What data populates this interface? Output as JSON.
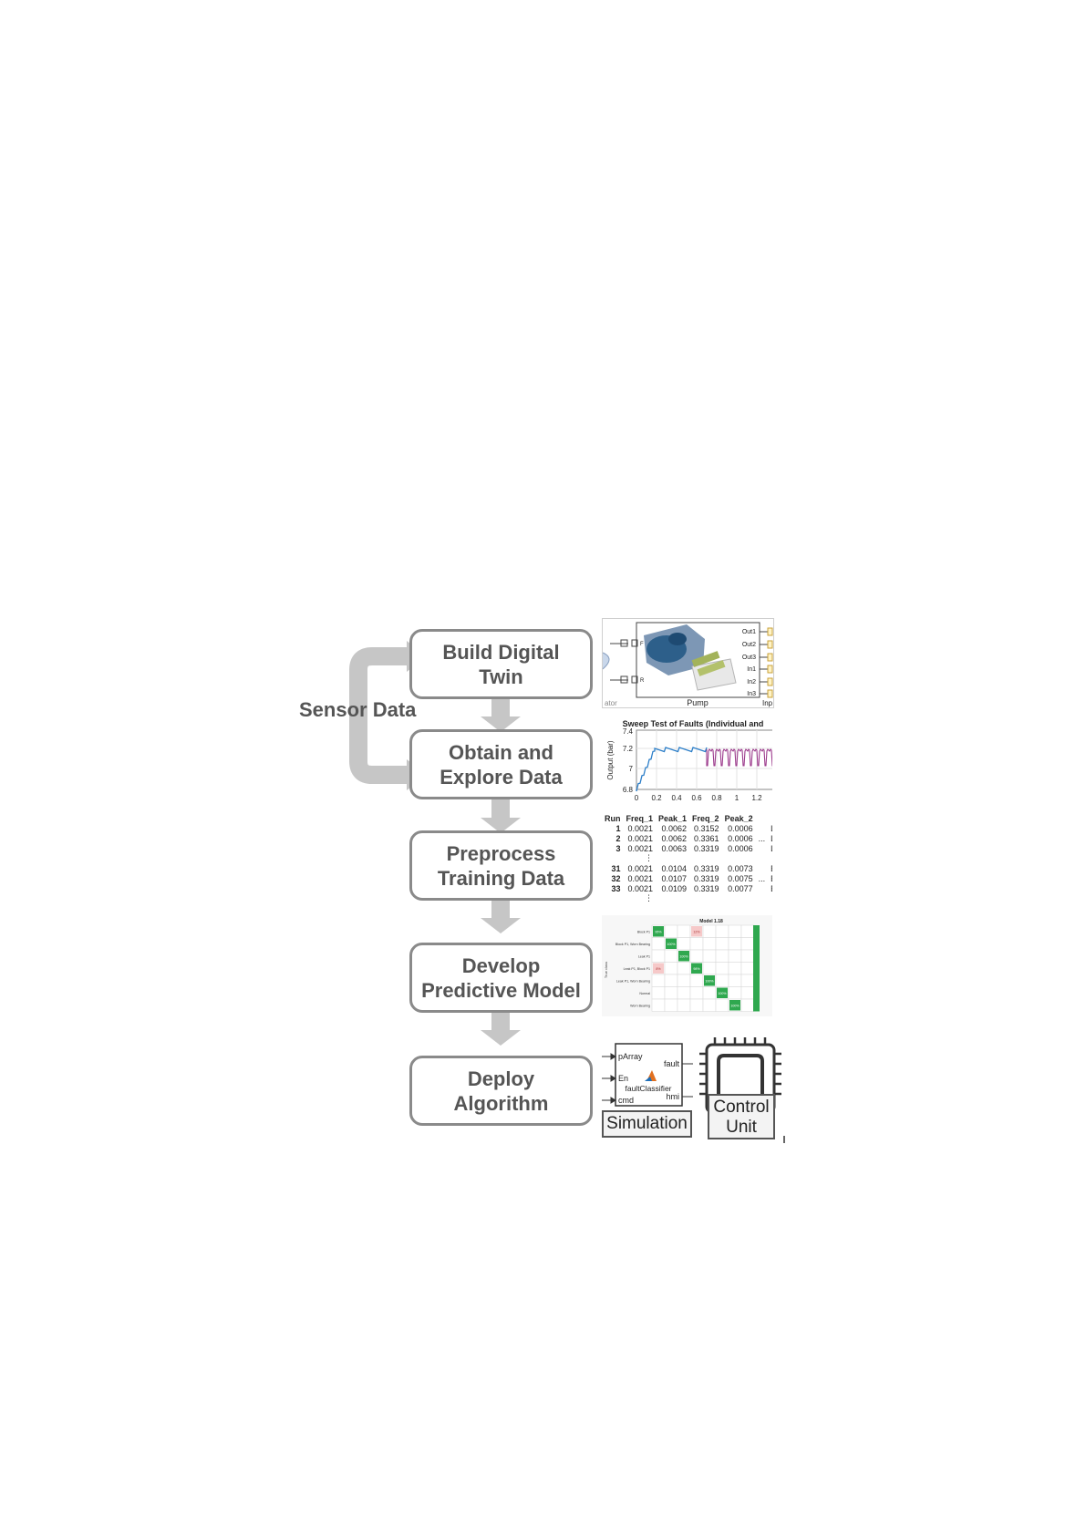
{
  "steps": [
    {
      "line1": "Build Digital",
      "line2": "Twin"
    },
    {
      "line1": "Obtain and",
      "line2": "Explore Data"
    },
    {
      "line1": "Preprocess",
      "line2": "Training Data"
    },
    {
      "line1": "Develop",
      "line2": "Predictive Model"
    },
    {
      "line1": "Deploy",
      "line2": "Algorithm"
    }
  ],
  "sensor_label": "Sensor Data",
  "pump_panel": {
    "ports": [
      "Out1",
      "Out2",
      "Out3",
      "In1",
      "In2",
      "In3"
    ],
    "caption": "Pump",
    "left_caption": "ator",
    "right_caption": "Inp",
    "port_a": "F",
    "port_b": "R"
  },
  "sweep_chart": {
    "title": "Sweep Test of Faults (Individual and",
    "ylabel": "Output (bar)",
    "yticks": [
      "7.4",
      "7.2",
      "7",
      "6.8"
    ],
    "xticks": [
      "0",
      "0.2",
      "0.4",
      "0.6",
      "0.8",
      "1",
      "1.2"
    ]
  },
  "table": {
    "headers": [
      "Run",
      "Freq_1",
      "Peak_1",
      "Freq_2",
      "Peak_2"
    ],
    "rows": [
      [
        "1",
        "0.0021",
        "0.0062",
        "0.3152",
        "0.0006",
        "",
        "Le"
      ],
      [
        "2",
        "0.0021",
        "0.0062",
        "0.3361",
        "0.0006",
        "...",
        "Le"
      ],
      [
        "3",
        "0.0021",
        "0.0063",
        "0.3319",
        "0.0006",
        "",
        "Le"
      ],
      [
        "",
        "⋮",
        "",
        "",
        "",
        "",
        ""
      ],
      [
        "31",
        "0.0021",
        "0.0104",
        "0.3319",
        "0.0073",
        "",
        "Bl"
      ],
      [
        "32",
        "0.0021",
        "0.0107",
        "0.3319",
        "0.0075",
        "...",
        "Bl"
      ],
      [
        "33",
        "0.0021",
        "0.0109",
        "0.3319",
        "0.0077",
        "",
        "Bl"
      ],
      [
        "",
        "⋮",
        "",
        "",
        "",
        "",
        ""
      ]
    ]
  },
  "confusion": {
    "title": "Model 1.18",
    "ylabel": "True class",
    "rows": [
      "Block P1",
      "Block P1, Worn Bearing",
      "Leak P1",
      "Leak P1, Block P1",
      "Leak P1, Worn Bearing",
      "Normal",
      "Worn Bearing"
    ],
    "cells": [
      "95%",
      "100%",
      "100%",
      "98%",
      "100%",
      "100%",
      "100%"
    ],
    "offdiag": [
      "12%",
      "8%"
    ]
  },
  "deploy": {
    "inputs": [
      "pArray",
      "En",
      "cmd"
    ],
    "outputs": [
      "fault",
      "hmi"
    ],
    "block": "faultClassifier",
    "sim_label": "Simulation",
    "ctrl_line1": "Control",
    "ctrl_line2": "Unit"
  }
}
